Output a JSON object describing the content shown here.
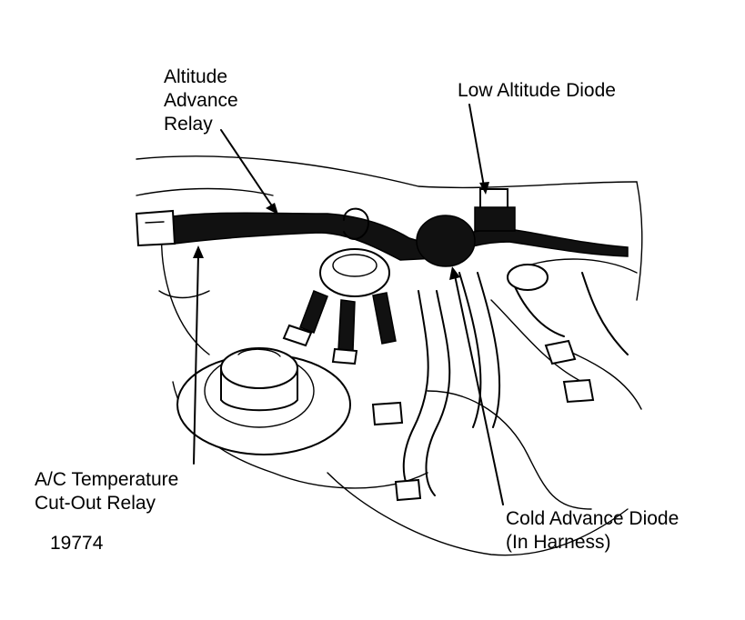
{
  "labels": {
    "altitude_relay": [
      "Altitude",
      "Advance",
      "Relay"
    ],
    "low_altitude_diode": "Low Altitude Diode",
    "ac_relay": [
      "A/C Temperature",
      "Cut-Out Relay"
    ],
    "cold_advance_diode": [
      "Cold Advance Diode",
      "(In Harness)"
    ],
    "figure_number": "19774"
  }
}
